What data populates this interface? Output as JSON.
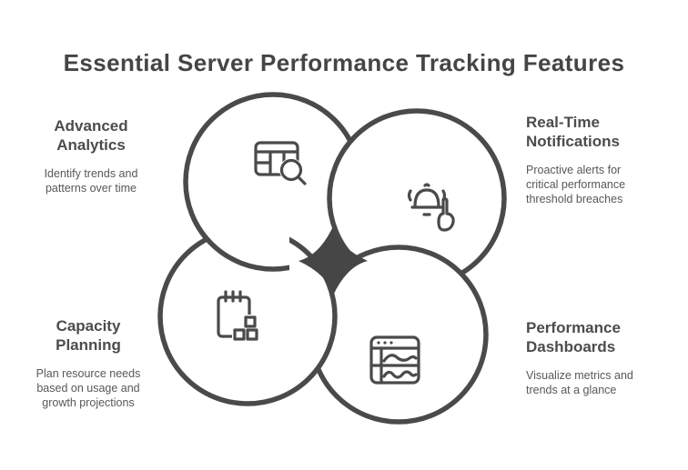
{
  "colors": {
    "ink": "#4a4a4a",
    "heading_text": "#4c4c4c",
    "body_text": "#585858",
    "circle_fill": "#ffffff",
    "background": "#ffffff",
    "knot_fill": "#464646"
  },
  "title": "Essential Server Performance Tracking Features",
  "features": [
    {
      "name": "advanced-analytics",
      "icon": "table-search-icon",
      "heading": [
        "Advanced",
        "Analytics"
      ],
      "body": [
        "Identify trends and",
        "patterns over time"
      ]
    },
    {
      "name": "real-time-notifications",
      "icon": "bell-tap-icon",
      "heading": [
        "Real-Time",
        "Notifications"
      ],
      "body": [
        "Proactive alerts for",
        "critical performance",
        "threshold breaches"
      ]
    },
    {
      "name": "capacity-planning",
      "icon": "notepad-blocks-icon",
      "heading": [
        "Capacity",
        "Planning"
      ],
      "body": [
        "Plan resource needs",
        "based on usage and",
        "growth projections"
      ]
    },
    {
      "name": "performance-dashboards",
      "icon": "dashboard-graph-icon",
      "heading": [
        "Performance",
        "Dashboards"
      ],
      "body": [
        "Visualize metrics and",
        "trends at a glance"
      ]
    }
  ]
}
